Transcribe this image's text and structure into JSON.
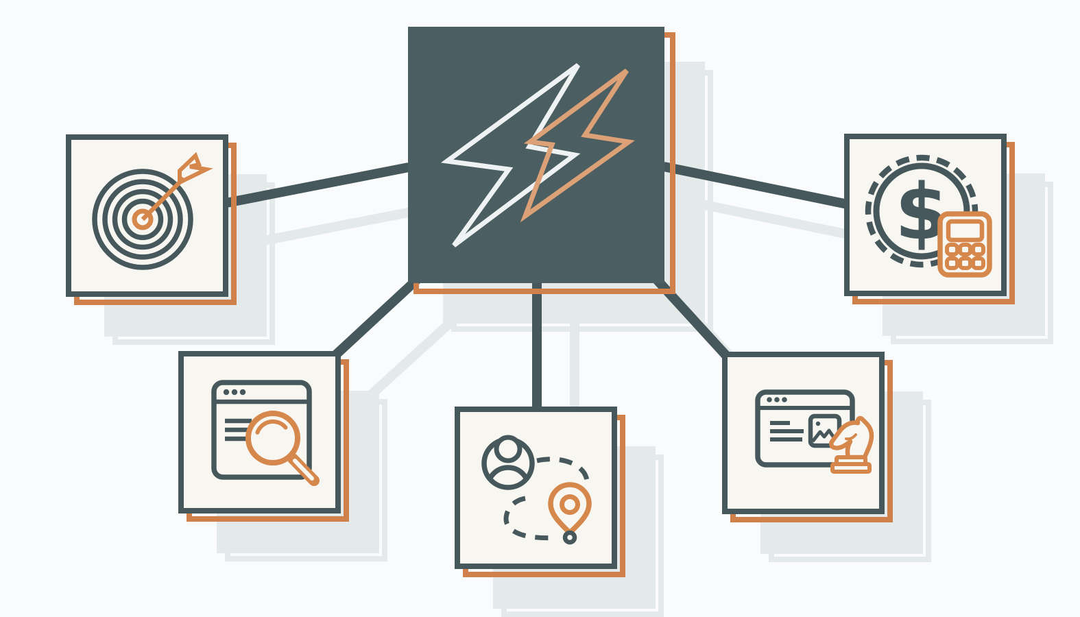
{
  "diagram": {
    "title": "Lightning hub and spoke illustration",
    "hub": {
      "id": "hub",
      "icon": "lightning-bolts-icon",
      "label": "central lightning hub"
    },
    "nodes": [
      {
        "id": "target",
        "icon": "bullseye-arrow-icon",
        "label": "target with arrow",
        "position": "top-left"
      },
      {
        "id": "finance",
        "icon": "dollar-coin-calculator-icon",
        "label": "dollar coin with calculator",
        "position": "top-right"
      },
      {
        "id": "search",
        "icon": "browser-magnifier-icon",
        "label": "browser window with magnifier",
        "position": "bottom-left"
      },
      {
        "id": "journey",
        "icon": "user-route-pin-icon",
        "label": "user with route to location pin",
        "position": "bottom-center"
      },
      {
        "id": "strategy",
        "icon": "browser-image-knight-icon",
        "label": "browser window with image and chess knight",
        "position": "bottom-right"
      }
    ],
    "connector_count": 5,
    "dollar_glyph": "$",
    "colors": {
      "slate": "#46585b",
      "slate_fill": "#4b5e61",
      "orange_frame": "#d0804a",
      "orange_icon": "#d6874b",
      "orange_bolt": "#dca176",
      "white_bolt": "#eff2f3",
      "card_background": "#f8f6f1",
      "page_background": "#fafbfc",
      "shadow_gray": "#e4eae9"
    }
  }
}
